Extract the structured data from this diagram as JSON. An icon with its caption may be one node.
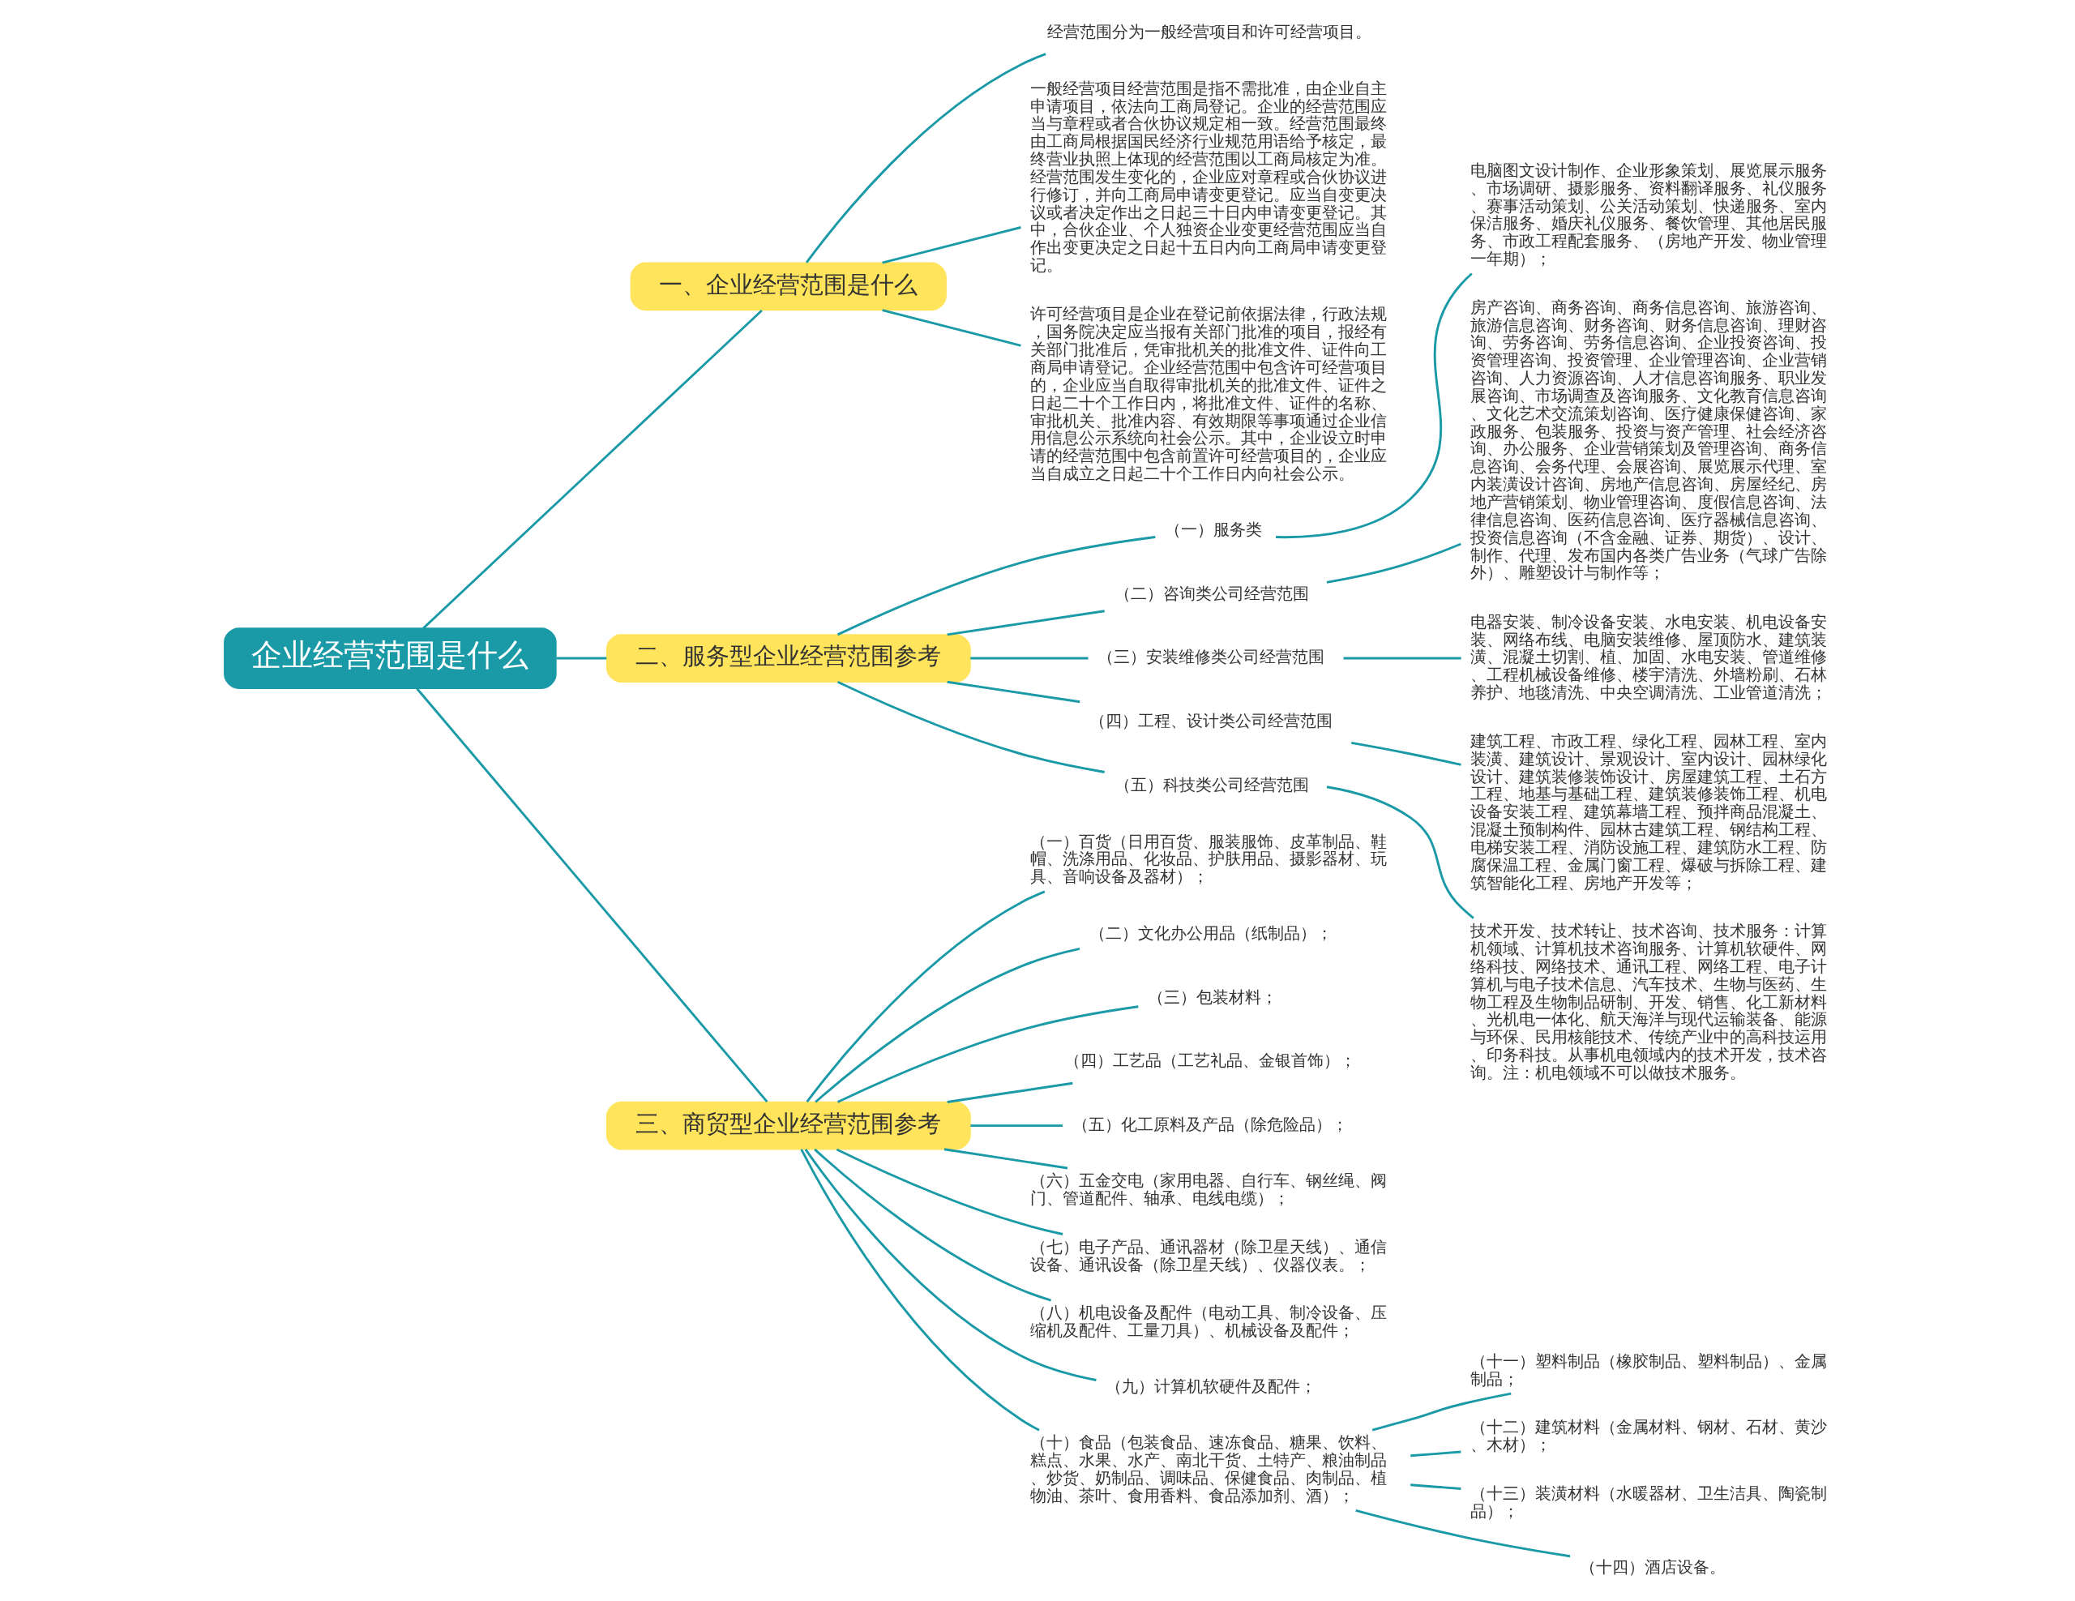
{
  "diagram": {
    "nodes": [
      {
        "text": [
          "企业经营范围是什么"
        ]
      },
      {
        "text": [
          "一、企业经营范围是什么"
        ]
      },
      {
        "text": [
          "经营范围分为一般经营项目和许可经营项目。"
        ]
      },
      {
        "text": [
          "一般经营项目经营范围是指不需批准，由企业自主申请项目，依法向工商局登记。企业的经营范围应当与章程或者合伙协议规定相一致。经营范围最终由工商局根据国民经济行业规范用语给予核定，最终营业执照上体现的经营范围以工商局核定为准。经营范围发生变化的，企业应对章程或合伙协议进行修订，并向工商局申请变更登记。应当自变更决议或者决定作出之日起三十日内申请变更登记。其中，合伙企业、个人独资企业变更经营范围应当自作出变更决定之日起十五日内向工商局申请变更登记。"
        ]
      },
      {
        "text": [
          "许可经营项目是企业在登记前依据法律，行政法规，国务院决定应当报有关部门批准的项目，报经有关部门批准后，凭审批机关的批准文件、证件向工商局申请登记。企业经营范围中包含许可经营项目的，企业应当自取得审批机关的批准文件、证件之日起二十个工作日内，将批准文件、证件的名称、审批机关、批准内容、有效期限等事项通过企业信用信息公示系统向社会公示。其中，企业设立时申请的经营范围中包含前置许可经营项目的，企业应当自成立之日起二十个工作日内向社会公示。"
        ]
      },
      {
        "text": [
          "二、服务型企业经营范围参考"
        ]
      },
      {
        "text": [
          "（一）服务类"
        ]
      },
      {
        "text": [
          "电脑图文设计制作、企业形象策划、展览展示服务、市场调研、摄影服务、资料翻译服务、礼仪服务、赛事活动策划、公关活动策划、快递服务、室内保洁服务、婚庆礼仪服务、餐饮管理、其他居民服务、市政工程配套服务、（房地产开发、物业管理一年期）；"
        ]
      },
      {
        "text": [
          "（二）咨询类公司经营范围"
        ]
      },
      {
        "text": [
          "房产咨询、商务咨询、商务信息咨询、旅游咨询、旅游信息咨询、财务咨询、财务信息咨询、理财咨询、劳务咨询、劳务信息咨询、企业投资咨询、投资管理咨询、投资管理、企业管理咨询、企业营销咨询、人力资源咨询、人才信息咨询服务、职业发展咨询、市场调查及咨询服务、文化教育信息咨询、文化艺术交流策划咨询、医疗健康保健咨询、家政服务、包装服务、投资与资产管理、社会经济咨询、办公服务、企业营销策划及管理咨询、商务信息咨询、会务代理、会展咨询、展览展示代理、室内装潢设计咨询、房地产信息咨询、房屋经纪、房地产营销策划、物业管理咨询、度假信息咨询、法律信息咨询、医药信息咨询、医疗器械信息咨询、投资信息咨询（不含金融、证券、期货）、设计、制作、代理、发布国内各类广告业务（气球广告除外）、雕塑设计与制作等；"
        ]
      },
      {
        "text": [
          "（三）安装维修类公司经营范围"
        ]
      },
      {
        "text": [
          "电器安装、制冷设备安装、水电安装、机电设备安装、网络布线、电脑安装维修、屋顶防水、建筑装潢、混凝土切割、植、加固、水电安装、管道维修、工程机械设备维修、楼宇清洗、外墙粉刷、石林养护、地毯清洗、中央空调清洗、工业管道清洗；"
        ]
      },
      {
        "text": [
          "（四）工程、设计类公司经营范围"
        ]
      },
      {
        "text": [
          "建筑工程、市政工程、绿化工程、园林工程、室内装潢、建筑设计、景观设计、室内设计、园林绿化设计、建筑装修装饰设计、房屋建筑工程、土石方工程、地基与基础工程、建筑装修装饰工程、机电设备安装工程、建筑幕墙工程、预拌商品混凝土、混凝土预制构件、园林古建筑工程、钢结构工程、电梯安装工程、消防设施工程、建筑防水工程、防腐保温工程、金属门窗工程、爆破与拆除工程、建筑智能化工程、房地产开发等；"
        ]
      },
      {
        "text": [
          "（五）科技类公司经营范围"
        ]
      },
      {
        "text": [
          "技术开发、技术转让、技术咨询、技术服务：计算机领域、计算机技术咨询服务、计算机软硬件、网络科技、网络技术、通讯工程、网络工程、电子计算机与电子技术信息、汽车技术、生物与医药、生物工程及生物制品研制、开发、销售、化工新材料、光机电一体化、航天海洋与现代运输装备、能源与环保、民用核能技术、传统产业中的高科技运用、印务科技。从事机电领域内的技术开发，技术咨询。注：机电领域不可以做技术服务。"
        ]
      },
      {
        "text": [
          "三、商贸型企业经营范围参考"
        ]
      },
      {
        "text": [
          "（一）百货（日用百货、服装服饰、皮革制品、鞋帽、洗涤用品、化妆品、护肤用品、摄影器材、玩具、音响设备及器材）；"
        ]
      },
      {
        "text": [
          "（二）文化办公用品（纸制品）；"
        ]
      },
      {
        "text": [
          "（三）包装材料；"
        ]
      },
      {
        "text": [
          "（四）工艺品（工艺礼品、金银首饰）；"
        ]
      },
      {
        "text": [
          "（五）化工原料及产品（除危险品）；"
        ]
      },
      {
        "text": [
          "（六）五金交电（家用电器、自行车、钢丝绳、阀门、管道配件、轴承、电线电缆）；"
        ]
      },
      {
        "text": [
          "（七）电子产品、通讯器材（除卫星天线）、通信设备、通讯设备（除卫星天线）、仪器仪表。；"
        ]
      },
      {
        "text": [
          "（八）机电设备及配件（电动工具、制冷设备、压缩机及配件、工量刀具）、机械设备及配件；"
        ]
      },
      {
        "text": [
          "（九）计算机软硬件及配件；"
        ]
      },
      {
        "text": [
          "（十）食品（包装食品、速冻食品、糖果、饮料、糕点、水果、水产、南北干货、土特产、粮油制品、炒货、奶制品、调味品、保健食品、肉制品、植物油、茶叶、食用香料、食品添加剂、酒）；"
        ]
      },
      {
        "text": [
          "（十一）塑料制品（橡胶制品、塑料制品）、金属制品；"
        ]
      },
      {
        "text": [
          "（十二）建筑材料（金属材料、钢材、石材、黄沙、木材）；"
        ]
      },
      {
        "text": [
          "（十三）装潢材料（水暖器材、卫生洁具、陶瓷制品）；"
        ]
      },
      {
        "text": [
          "（十四）酒店设备。"
        ]
      }
    ],
    "edges": [
      {
        "from": 0,
        "to": 1,
        "arrow": "none"
      },
      {
        "from": 1,
        "to": 2,
        "arrow": "none"
      },
      {
        "from": 1,
        "to": 3,
        "arrow": "none"
      },
      {
        "from": 1,
        "to": 4,
        "arrow": "none"
      },
      {
        "from": 0,
        "to": 5,
        "arrow": "none"
      },
      {
        "from": 5,
        "to": 6,
        "arrow": "none"
      },
      {
        "from": 6,
        "to": 7,
        "arrow": "none"
      },
      {
        "from": 5,
        "to": 8,
        "arrow": "none"
      },
      {
        "from": 8,
        "to": 9,
        "arrow": "none"
      },
      {
        "from": 5,
        "to": 10,
        "arrow": "none"
      },
      {
        "from": 10,
        "to": 11,
        "arrow": "none"
      },
      {
        "from": 5,
        "to": 12,
        "arrow": "none"
      },
      {
        "from": 12,
        "to": 13,
        "arrow": "none"
      },
      {
        "from": 5,
        "to": 14,
        "arrow": "none"
      },
      {
        "from": 14,
        "to": 15,
        "arrow": "none"
      },
      {
        "from": 0,
        "to": 16,
        "arrow": "none"
      },
      {
        "from": 16,
        "to": 17,
        "arrow": "none"
      },
      {
        "from": 16,
        "to": 18,
        "arrow": "none"
      },
      {
        "from": 16,
        "to": 19,
        "arrow": "none"
      },
      {
        "from": 16,
        "to": 20,
        "arrow": "none"
      },
      {
        "from": 16,
        "to": 21,
        "arrow": "none"
      },
      {
        "from": 16,
        "to": 22,
        "arrow": "none"
      },
      {
        "from": 16,
        "to": 23,
        "arrow": "none"
      },
      {
        "from": 16,
        "to": 24,
        "arrow": "none"
      },
      {
        "from": 16,
        "to": 25,
        "arrow": "none"
      },
      {
        "from": 16,
        "to": 26,
        "arrow": "none"
      },
      {
        "from": 26,
        "to": 27,
        "arrow": "none"
      },
      {
        "from": 26,
        "to": 28,
        "arrow": "none"
      },
      {
        "from": 26,
        "to": 29,
        "arrow": "none"
      },
      {
        "from": 26,
        "to": 30,
        "arrow": "none"
      }
    ]
  }
}
